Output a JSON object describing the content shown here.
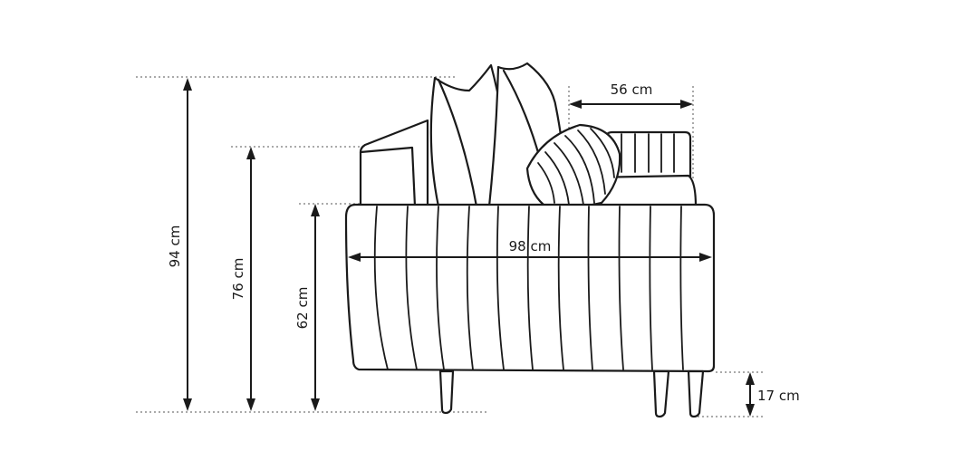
{
  "dimensions": {
    "total_height": "94 cm",
    "back_height": "76 cm",
    "arm_height": "62 cm",
    "depth": "98 cm",
    "seat_depth": "56 cm",
    "leg_height": "17 cm"
  },
  "colors": {
    "line": "#1a1a1a",
    "background": "#ffffff"
  }
}
